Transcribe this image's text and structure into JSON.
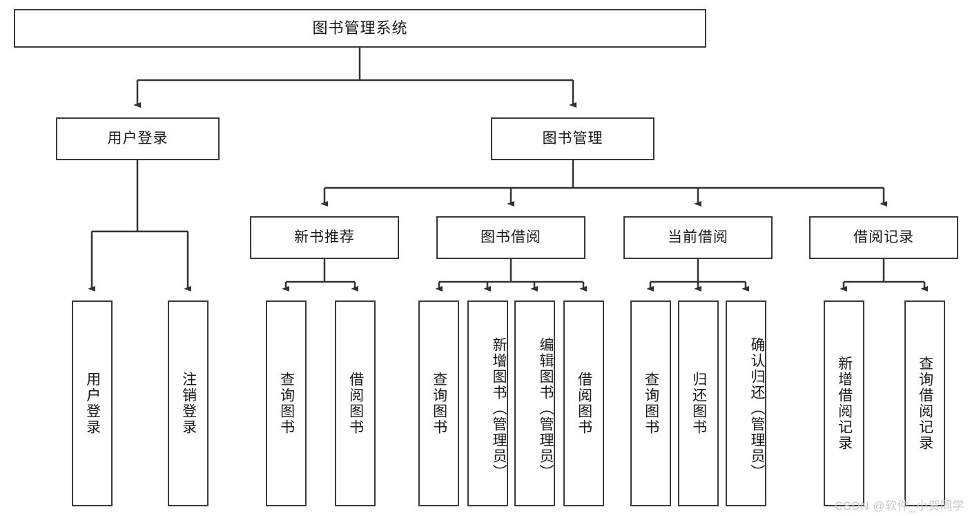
{
  "diagram": {
    "title": "图书管理系统",
    "watermark": "CSDN @软件_小贺同学",
    "colors": {
      "box_border": "#3a3a3a",
      "box_fill": "#ffffff",
      "edge": "#333333",
      "text": "#1a1a1a",
      "watermark": "#c9c9c9"
    },
    "root": {
      "label": "图书管理系统"
    },
    "level2": [
      {
        "label": "用户登录"
      },
      {
        "label": "图书管理"
      }
    ],
    "level3": [
      {
        "label": "新书推荐"
      },
      {
        "label": "图书借阅"
      },
      {
        "label": "当前借阅"
      },
      {
        "label": "借阅记录"
      }
    ],
    "leaves_user_login": [
      {
        "label": "用户登录"
      },
      {
        "label": "注销登录"
      }
    ],
    "leaves_new_book": [
      {
        "label": "查询图书"
      },
      {
        "label": "借阅图书"
      }
    ],
    "leaves_borrow": [
      {
        "label": "查询图书"
      },
      {
        "label": "新增图书（管理员）"
      },
      {
        "label": "编辑图书（管理员）"
      },
      {
        "label": "借阅图书"
      }
    ],
    "leaves_current": [
      {
        "label": "查询图书"
      },
      {
        "label": "归还图书"
      },
      {
        "label": "确认归还（管理员）"
      }
    ],
    "leaves_records": [
      {
        "label": "新增借阅记录"
      },
      {
        "label": "查询借阅记录"
      }
    ]
  }
}
